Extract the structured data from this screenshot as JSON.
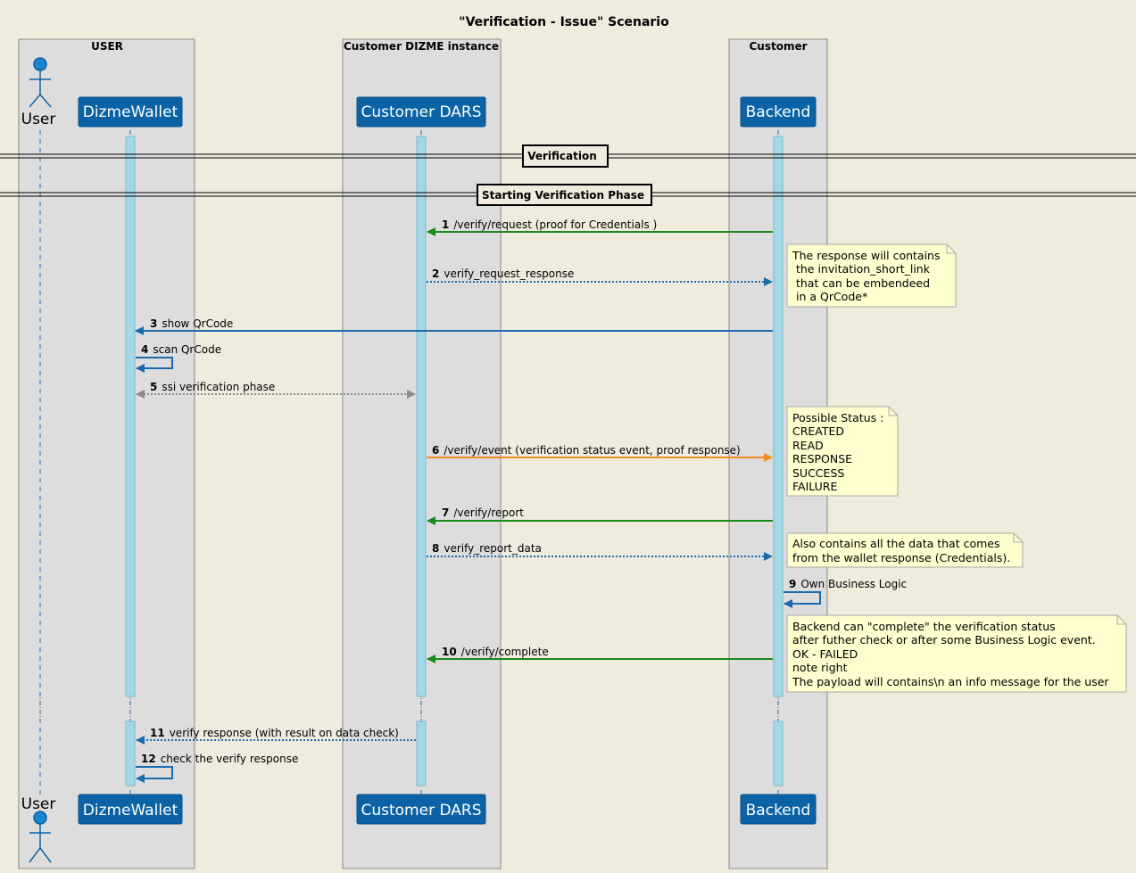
{
  "title": "\"Verification - Issue\" Scenario",
  "boxes": {
    "user": "USER",
    "dizme": "Customer DIZME instance",
    "customer": "Customer"
  },
  "participants": {
    "user": "User",
    "wallet": "DizmeWallet",
    "dars": "Customer DARS",
    "backend": "Backend"
  },
  "dividers": {
    "verification": "Verification",
    "starting": "Starting Verification Phase"
  },
  "messages": [
    {
      "num": "1",
      "text": "/verify/request (proof for Credentials )"
    },
    {
      "num": "2",
      "text": "verify_request_response"
    },
    {
      "num": "3",
      "text": "show QrCode"
    },
    {
      "num": "4",
      "text": "scan QrCode"
    },
    {
      "num": "5",
      "text": "ssi verification phase"
    },
    {
      "num": "6",
      "text": "/verify/event (verification status event, proof response)"
    },
    {
      "num": "7",
      "text": "/verify/report"
    },
    {
      "num": "8",
      "text": "verify_report_data"
    },
    {
      "num": "9",
      "text": "Own Business Logic"
    },
    {
      "num": "10",
      "text": "/verify/complete"
    },
    {
      "num": "11",
      "text": "verify response (with result on data check)"
    },
    {
      "num": "12",
      "text": "check the verify response"
    }
  ],
  "notes": {
    "response": [
      "The response will contains",
      " the invitation_short_link",
      " that can be embendeed",
      " in a QrCode*"
    ],
    "status": [
      "Possible Status :",
      "CREATED",
      "READ",
      "RESPONSE",
      "SUCCESS",
      "FAILURE"
    ],
    "report": [
      "Also contains all the data that comes",
      "from the wallet response (Credentials)."
    ],
    "complete": [
      "Backend can \"complete\" the verification status",
      "after futher check or after some Business Logic event.",
      "OK - FAILED",
      "note right",
      "The payload will contains\\n an info message for the user"
    ]
  },
  "colors": {
    "background": "#efebdd",
    "box": "#dddddd",
    "participant": "#0b63a6",
    "activation": "#a4d8e6",
    "green": "#1a8a1a",
    "blue": "#1a6ab0",
    "orange": "#f28c1e",
    "gray": "#8c8c8c",
    "note": "#fefece"
  }
}
